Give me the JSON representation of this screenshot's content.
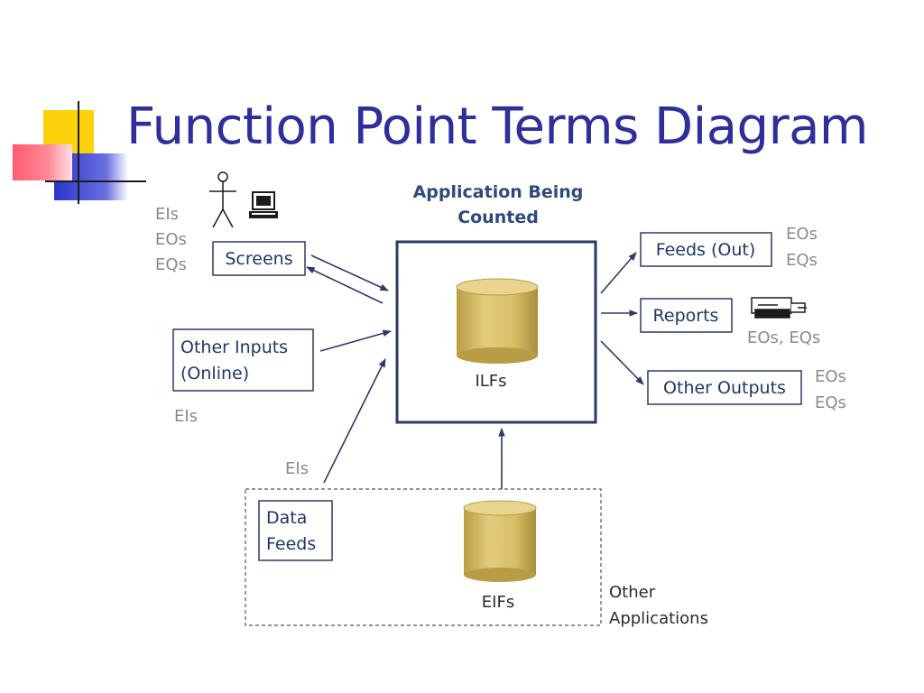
{
  "slide": {
    "title": "Function Point Terms Diagram"
  },
  "diagram": {
    "application_heading": [
      "Application Being",
      "Counted"
    ],
    "center_label": "ILFs",
    "eif_label": "EIFs",
    "other_applications": [
      "Other",
      "Applications"
    ],
    "inputs": {
      "screens": "Screens",
      "screens_tags": [
        "EIs",
        "EOs",
        "EQs"
      ],
      "other_inputs": [
        "Other Inputs",
        "(Online)"
      ],
      "other_inputs_tag": "EIs",
      "data_feeds": [
        "Data",
        "Feeds"
      ],
      "data_feeds_tag": "EIs"
    },
    "outputs": {
      "feeds_out": "Feeds (Out)",
      "feeds_out_tags": [
        "EOs",
        "EQs"
      ],
      "reports": "Reports",
      "reports_tag": "EOs, EQs",
      "other_outputs": "Other Outputs",
      "other_outputs_tags": [
        "EOs",
        "EQs"
      ]
    }
  },
  "colors": {
    "title": "#2e2f9c",
    "box_border": "#2d3a63",
    "box_text": "#1f3864",
    "tag_text": "#8a8a8a",
    "cylinder": "#d9c06a"
  },
  "icons": [
    "stick-figure-icon",
    "computer-icon",
    "printer-icon"
  ]
}
